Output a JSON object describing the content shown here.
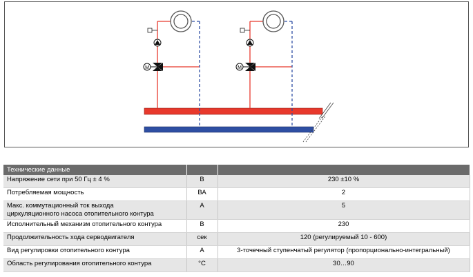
{
  "table": {
    "header": {
      "title": "Технические данные",
      "unit": "",
      "value": ""
    },
    "rows": [
      {
        "param": "Напряжение сети при 50 Гц ± 4 %",
        "unit": "В",
        "value": "230 ±10 %"
      },
      {
        "param": "Потребляемая мощность",
        "unit": "ВА",
        "value": "2"
      },
      {
        "param": "Макс. коммутационный ток выхода\nциркуляционного насоса отопительного контура",
        "unit": "А",
        "value": "5"
      },
      {
        "param": "Исполнительный механизм отопительного контура",
        "unit": "В",
        "value": "230"
      },
      {
        "param": "Продолжительность хода серводвигателя",
        "unit": "сек",
        "value": "120 (регулируемый 10 - 600)"
      },
      {
        "param": "Вид регулировки отопительного контура",
        "unit": "А",
        "value": "3-точечный ступенчатый регулятор (пропорционально-интегральный)"
      },
      {
        "param": "Область регулирования отопительного контура",
        "unit": "°С",
        "value": "30…90"
      }
    ]
  },
  "diagram": {
    "colors": {
      "supply": "#e8392c",
      "return": "#2e4fa3",
      "valve": "#111111"
    },
    "pump_icon": "pump-icon",
    "mixer_icon": "mixing-valve-icon",
    "motor_label": "M",
    "radiator_icon": "radiator-icon",
    "sensor_icon": "sensor-icon"
  }
}
